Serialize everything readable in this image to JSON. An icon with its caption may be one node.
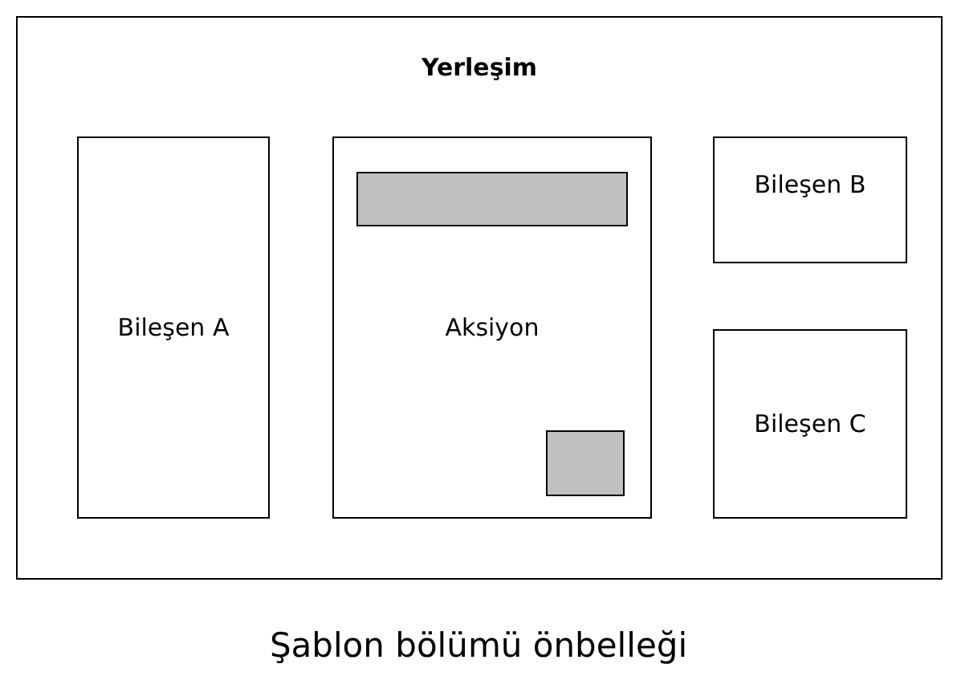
{
  "diagram": {
    "caption": "Şablon bölümü önbelleği",
    "nodes": [
      {
        "text": [
          "Yerleşim"
        ]
      },
      {
        "text": [
          "Bileşen A"
        ],
        "in": 0
      },
      {
        "text": [
          "Aksiyon"
        ],
        "in": 0
      },
      {
        "text": [],
        "shape": "bar",
        "in": 2
      },
      {
        "text": [],
        "shape": "box",
        "in": 2
      },
      {
        "text": [
          "Bileşen B"
        ],
        "in": 0
      },
      {
        "text": [
          "Bileşen C"
        ],
        "in": 0
      }
    ]
  }
}
